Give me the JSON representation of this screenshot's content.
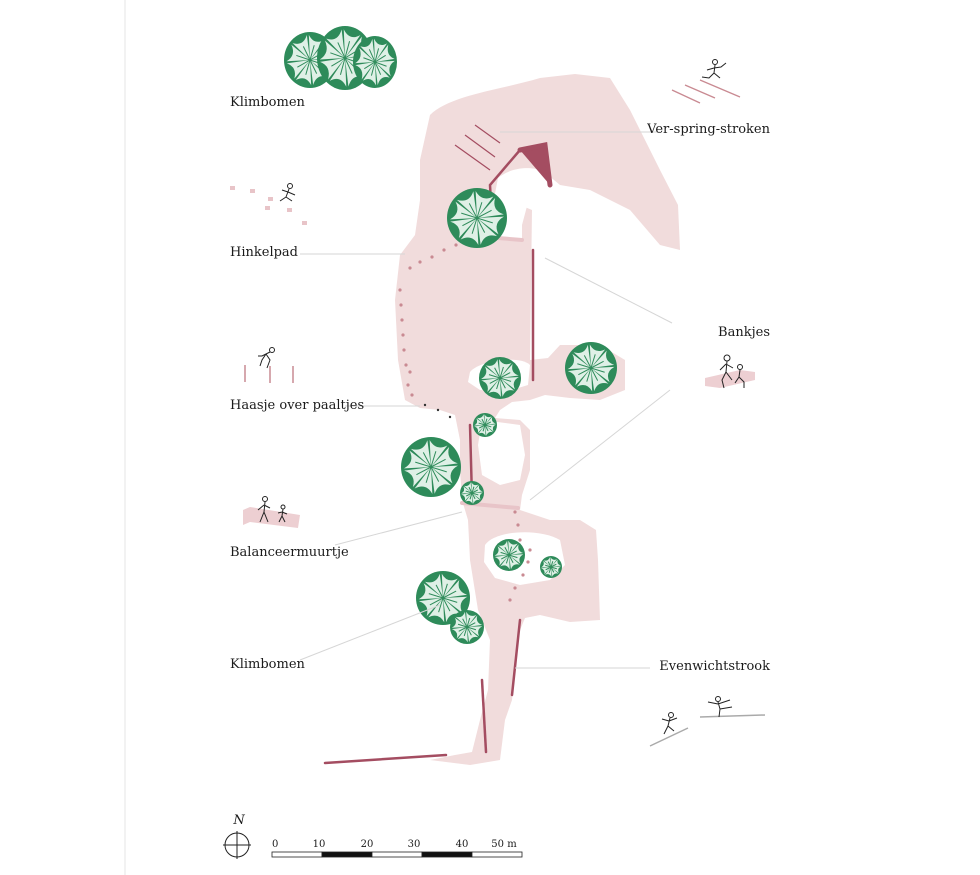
{
  "legend": {
    "climbing_trees_top": "Klimbomen",
    "jump_strips": "Ver-spring-stroken",
    "hopscotch": "Hinkelpad",
    "benches": "Bankjes",
    "leapfrog_posts": "Haasje over paaltjes",
    "balance_wall": "Balanceermuurtje",
    "climbing_trees_bottom": "Klimbomen",
    "balance_strip": "Evenwichtstrook"
  },
  "compass": {
    "north_label": "N"
  },
  "scale_bar": {
    "ticks": [
      "0",
      "10",
      "20",
      "30",
      "40",
      "50 m"
    ],
    "segment_fill": [
      "#ffffff",
      "#111111",
      "#ffffff",
      "#111111",
      "#ffffff"
    ]
  },
  "colors": {
    "park_fill": "#f1dcdc",
    "accent_line": "#a44d61",
    "tree_green": "#2e8b5a",
    "tree_light": "#dff0e6",
    "leader_line": "#d6d6d6",
    "dots": "#c98a92"
  }
}
